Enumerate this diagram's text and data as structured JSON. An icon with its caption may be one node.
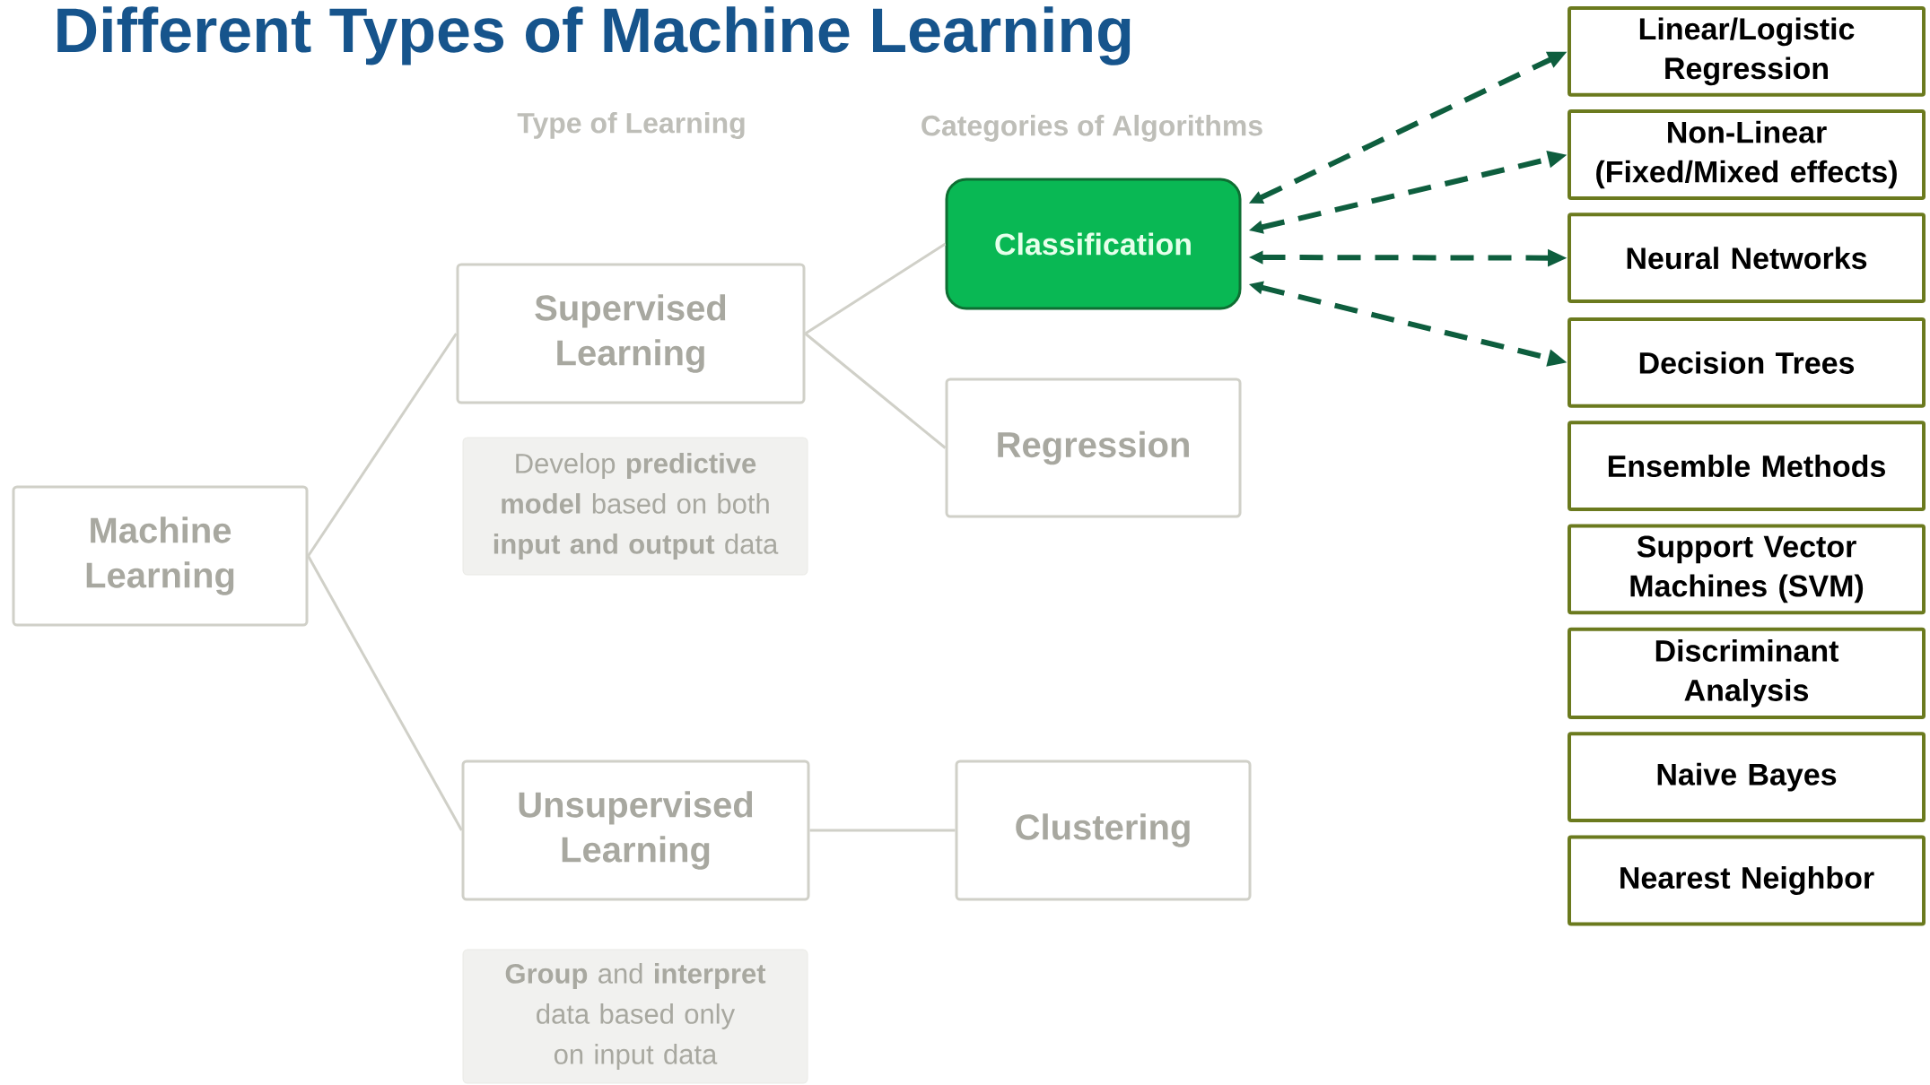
{
  "diagram": {
    "title": "Different Types of Machine Learning",
    "nodes": [
      {
        "text": [
          "Machine Learning"
        ]
      },
      {
        "text": [
          "Supervised Learning"
        ]
      },
      {
        "text": [
          "Develop **predictive model** based on both **input and output** data"
        ]
      },
      {
        "text": [
          "Unsupervised Learning"
        ]
      },
      {
        "text": [
          "**Group** and **interpret** data based only on input data"
        ]
      },
      {
        "text": [
          "Classification"
        ]
      },
      {
        "text": [
          "Regression"
        ]
      },
      {
        "text": [
          "Clustering"
        ]
      },
      {
        "text": [
          "Linear/Logistic Regression"
        ]
      },
      {
        "text": [
          "Non-Linear (Fixed/Mixed effects)"
        ]
      },
      {
        "text": [
          "Neural Networks"
        ]
      },
      {
        "text": [
          "Decision Trees"
        ]
      },
      {
        "text": [
          "Ensemble Methods"
        ]
      },
      {
        "text": [
          "Support Vector Machines (SVM)"
        ]
      },
      {
        "text": [
          "Discriminant Analysis"
        ]
      },
      {
        "text": [
          "Naive Bayes"
        ]
      },
      {
        "text": [
          "Nearest Neighbor"
        ]
      }
    ],
    "edges": [
      {
        "from": 0,
        "to": 1,
        "arrow": "none"
      },
      {
        "from": 0,
        "to": 3,
        "arrow": "none"
      },
      {
        "from": 1,
        "to": 5,
        "arrow": "none"
      },
      {
        "from": 1,
        "to": 6,
        "arrow": "none"
      },
      {
        "from": 3,
        "to": 7,
        "arrow": "none"
      },
      {
        "from": 5,
        "to": 8,
        "arrow": "both",
        "style": "dashed",
        "color": "#0e5e3e"
      },
      {
        "from": 5,
        "to": 9,
        "arrow": "both",
        "style": "dashed",
        "color": "#0e5e3e"
      },
      {
        "from": 5,
        "to": 10,
        "arrow": "both",
        "style": "dashed",
        "color": "#0e5e3e"
      },
      {
        "from": 5,
        "to": 11,
        "arrow": "both",
        "style": "dashed",
        "color": "#0e5e3e"
      }
    ],
    "labels": [
      "Type of Learning",
      "Categories of Algorithms"
    ]
  }
}
